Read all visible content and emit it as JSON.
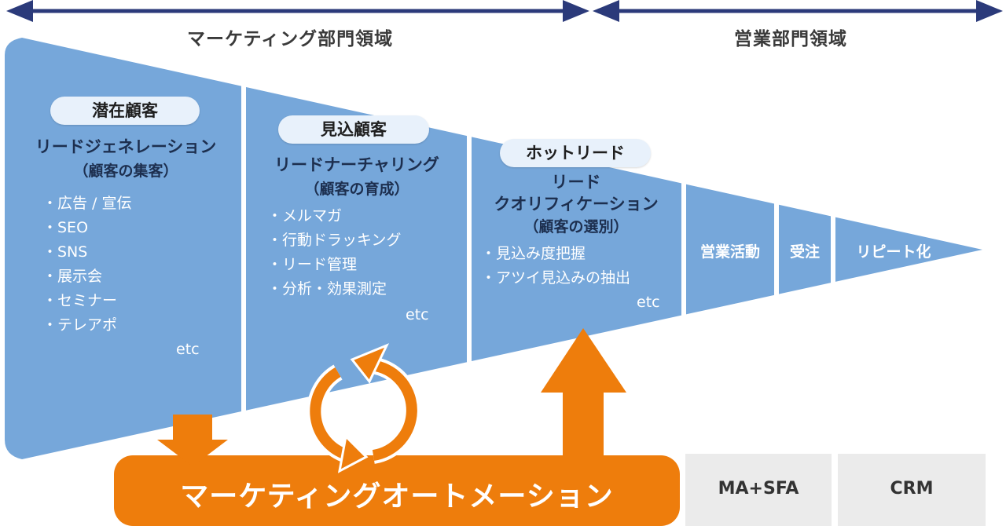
{
  "departments": {
    "marketing": "マーケティング部門領域",
    "sales": "営業部門領域"
  },
  "stages": {
    "s1": {
      "pill": "潜在顧客",
      "title": "リードジェネレーション",
      "subtitle": "（顧客の集客）",
      "items": [
        "・広告 / 宣伝",
        "・SEO",
        "・SNS",
        "・展示会",
        "・セミナー",
        "・テレアポ"
      ],
      "etc": "etc"
    },
    "s2": {
      "pill": "見込顧客",
      "title": "リードナーチャリング",
      "subtitle": "（顧客の育成）",
      "items": [
        "・メルマガ",
        "・行動ドラッキング",
        "・リード管理",
        "・分析・効果測定"
      ],
      "etc": "etc"
    },
    "s3": {
      "pill": "ホットリード",
      "title_line1": "リード",
      "title_line2": "クオリフィケーション",
      "subtitle": "（顧客の選別）",
      "items": [
        "・見込み度把握",
        "・アツイ見込みの抽出"
      ],
      "etc": "etc"
    },
    "s4": "営業活動",
    "s5": "受注",
    "s6": "リピート化"
  },
  "automation_label": "マーケティングオートメーション",
  "tools": [
    "MA+SFA",
    "CRM"
  ],
  "colors": {
    "funnel": "#76a7da",
    "divider": "#ffffff",
    "dept_arrow": "#2b3a7a",
    "automation": "#ee7d0c",
    "pill_bg": "#e8f1fb",
    "tool_bg": "#ebebeb"
  }
}
